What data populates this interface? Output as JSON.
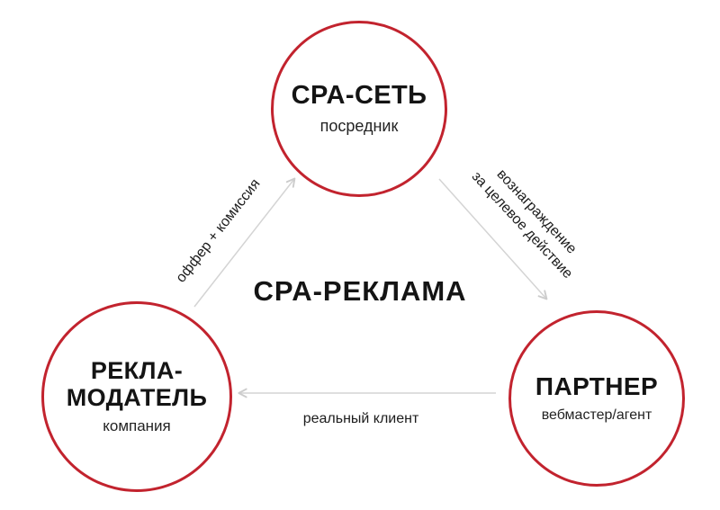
{
  "diagram": {
    "title": "CPA-РЕКЛАМА",
    "nodes": [
      {
        "id": "cpa-network",
        "title": "CPA-СЕТЬ",
        "subtitle": "посредник"
      },
      {
        "id": "advertiser",
        "title": "РЕКЛА-\nМОДАТЕЛЬ",
        "subtitle": "компания"
      },
      {
        "id": "partner",
        "title": "ПАРТНЕР",
        "subtitle": "вебмастер/агент"
      }
    ],
    "edges": [
      {
        "from": "advertiser",
        "to": "cpa-network",
        "label": "оффер + комиссия"
      },
      {
        "from": "cpa-network",
        "to": "partner",
        "label": "вознаграждение\nза целевое действие"
      },
      {
        "from": "partner",
        "to": "advertiser",
        "label": "реальный клиент"
      }
    ],
    "colors": {
      "node_border": "#c2232e",
      "arrow": "#d4d4d4",
      "text": "#141414",
      "background": "#ffffff"
    }
  }
}
